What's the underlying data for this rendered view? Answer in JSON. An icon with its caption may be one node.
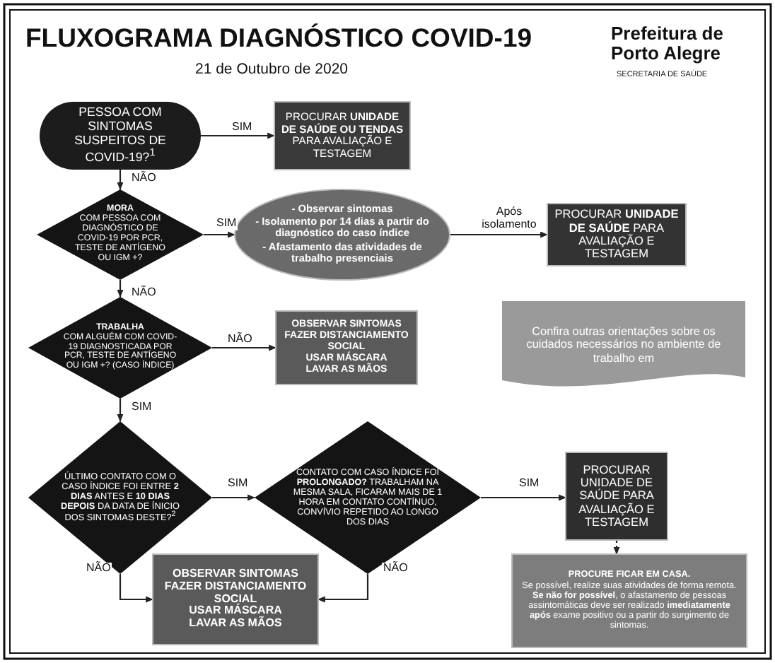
{
  "diagram": {
    "title": "FLUXOGRAMA DIAGNÓSTICO COVID-19",
    "nodes": [
      {
        "text": [
          "PESSOA COM SINTOMAS SUSPEITOS DE COVID-19?$^{1}$"
        ]
      },
      {
        "text": [
          "PROCURAR **UNIDADE DE SAÚDE OU TENDAS** PARA AVALIAÇÃO E TESTAGEM"
        ]
      },
      {
        "text": [
          "MORA",
          "COM PESSOA COM DIAGNÓSTICO DE COVID-19 POR PCR, TESTE DE ANTÍGENO OU IGM +?"
        ]
      },
      {
        "text": [
          "- Observar sintomas",
          "- Isolamento por 14 dias a partir do diagnóstico do caso índice",
          "- Afastamento das atividades de trabalho presenciais"
        ]
      },
      {
        "text": [
          "PROCURAR **UNIDADE DE SAÚDE** PARA AVALIAÇÃO E TESTAGEM"
        ]
      },
      {
        "text": [
          "Confira outras orientações sobre os cuidados necessários no ambiente de trabalho em"
        ]
      },
      {
        "text": [
          "TRABALHA",
          "COM ALGUÉM COM COVID-19 DIAGNOSTICADA POR PCR, TESTE DE ANTÍGENO OU IGM +? (CASO ÍNDICE)"
        ]
      },
      {
        "text": [
          "OBSERVAR SINTOMAS",
          "FAZER DISTANCIAMENTO SOCIAL",
          "USAR MÁSCARA",
          "LAVAR AS MÃOS"
        ]
      },
      {
        "text": [
          "ÚLTIMO CONTATO COM O CASO ÍNDICE FOI ENTRE **2 DIAS** ANTES E **10 DIAS DEPOIS** DA DATA DE ÍNICIO DOS SINTOMAS DESTE?$^{2}$"
        ]
      },
      {
        "text": [
          "CONTATO COM CASO ÍNDICE FOI **PROLONGADO?** TRABALHAM NA MESMA SALA, FICARAM MAIS DE 1 HORA EM CONTATO CONTÍNUO, CONVÍVIO REPETIDO AO LONGO DOS DIAS"
        ]
      },
      {
        "text": [
          "PROCURAR UNIDADE DE SAÚDE PARA AVALIAÇÃO E TESTAGEM"
        ]
      },
      {
        "text": [
          "OBSERVAR SINTOMAS",
          "FAZER DISTANCIAMENTO SOCIAL",
          "USAR MÁSCARA",
          "LAVAR AS MÃOS"
        ]
      },
      {
        "text": [
          "PROCURE FICAR EM CASA.",
          "Se possível, realize suas atividades de forma remota.",
          "**Se não for possível**, o afastamento de pessoas assintomáticas deve ser realizado **imediatamente após** exame positivo ou a partir do surgimento de sintomas."
        ]
      }
    ],
    "edges": [
      {
        "from": 0,
        "to": 1,
        "arrow": "to",
        "label": "SIM"
      },
      {
        "from": 0,
        "to": 2,
        "arrow": "to",
        "label": "NÃO"
      },
      {
        "from": 2,
        "to": 3,
        "arrow": "to",
        "label": "SIM"
      },
      {
        "from": 3,
        "to": 4,
        "arrow": "to",
        "label": "Após isolamento"
      },
      {
        "from": 2,
        "to": 6,
        "arrow": "to",
        "label": "NÃO"
      },
      {
        "from": 6,
        "to": 7,
        "arrow": "to",
        "label": "NÃO"
      },
      {
        "from": 6,
        "to": 8,
        "arrow": "to",
        "label": "SIM"
      },
      {
        "from": 8,
        "to": 9,
        "arrow": "to",
        "label": "SIM"
      },
      {
        "from": 8,
        "to": 11,
        "arrow": "to",
        "label": "NÃO"
      },
      {
        "from": 9,
        "to": 11,
        "arrow": "to",
        "label": "NÃO"
      },
      {
        "from": 9,
        "to": 10,
        "arrow": "to",
        "label": "SIM"
      },
      {
        "from": 10,
        "to": 12,
        "arrow": "to",
        "style": "dashed"
      }
    ],
    "labels": [
      "21 de Outubro de 2020",
      "Prefeitura de Porto Alegre",
      "SECRETARIA DE SAÚDE"
    ]
  }
}
